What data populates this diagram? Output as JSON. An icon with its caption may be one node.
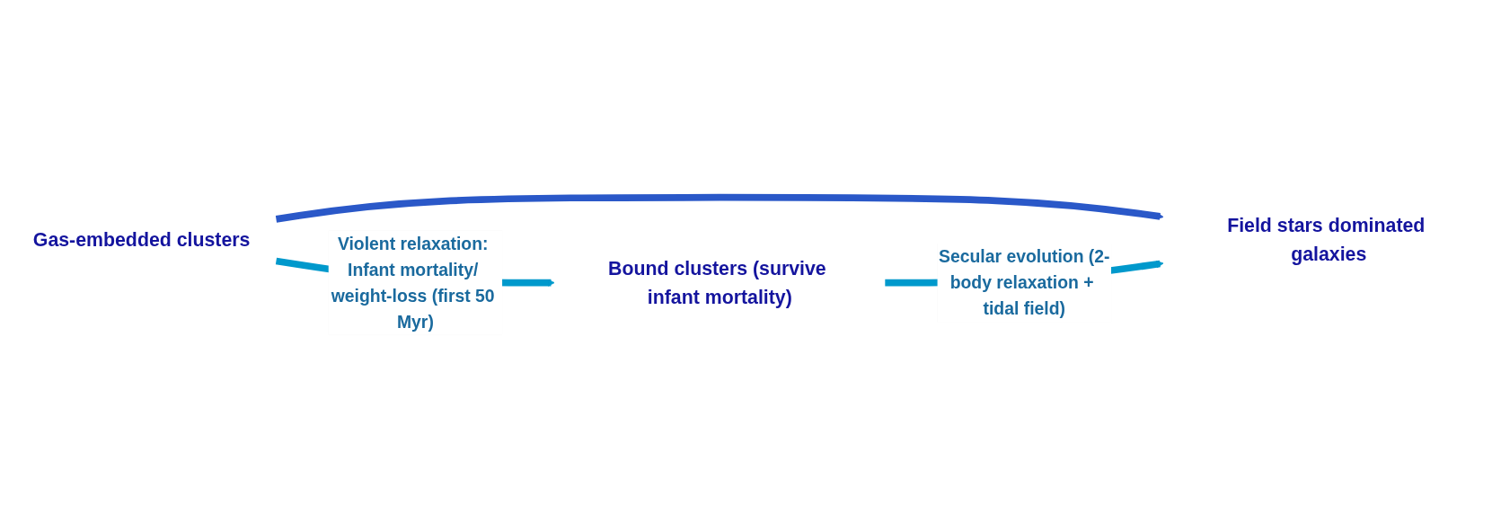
{
  "diagram": {
    "nodes": [
      {
        "text": [
          "Gas-embedded clusters"
        ]
      },
      {
        "text": [
          "Field stars dominated galaxies"
        ]
      },
      {
        "text": [
          "Bound clusters (survive infant mortality)"
        ]
      }
    ],
    "edges": [
      {
        "from": 0,
        "to": 1,
        "arrow": "to",
        "color": "#2a58c8"
      },
      {
        "from": 0,
        "to": 2,
        "arrow": "to",
        "label": "Violent relaxation: Infant mortality/ weight-loss (first 50 Myr)"
      },
      {
        "from": 2,
        "to": 1,
        "arrow": "to",
        "label": "Secular evolution (2-body relaxation + tidal field)"
      }
    ]
  }
}
